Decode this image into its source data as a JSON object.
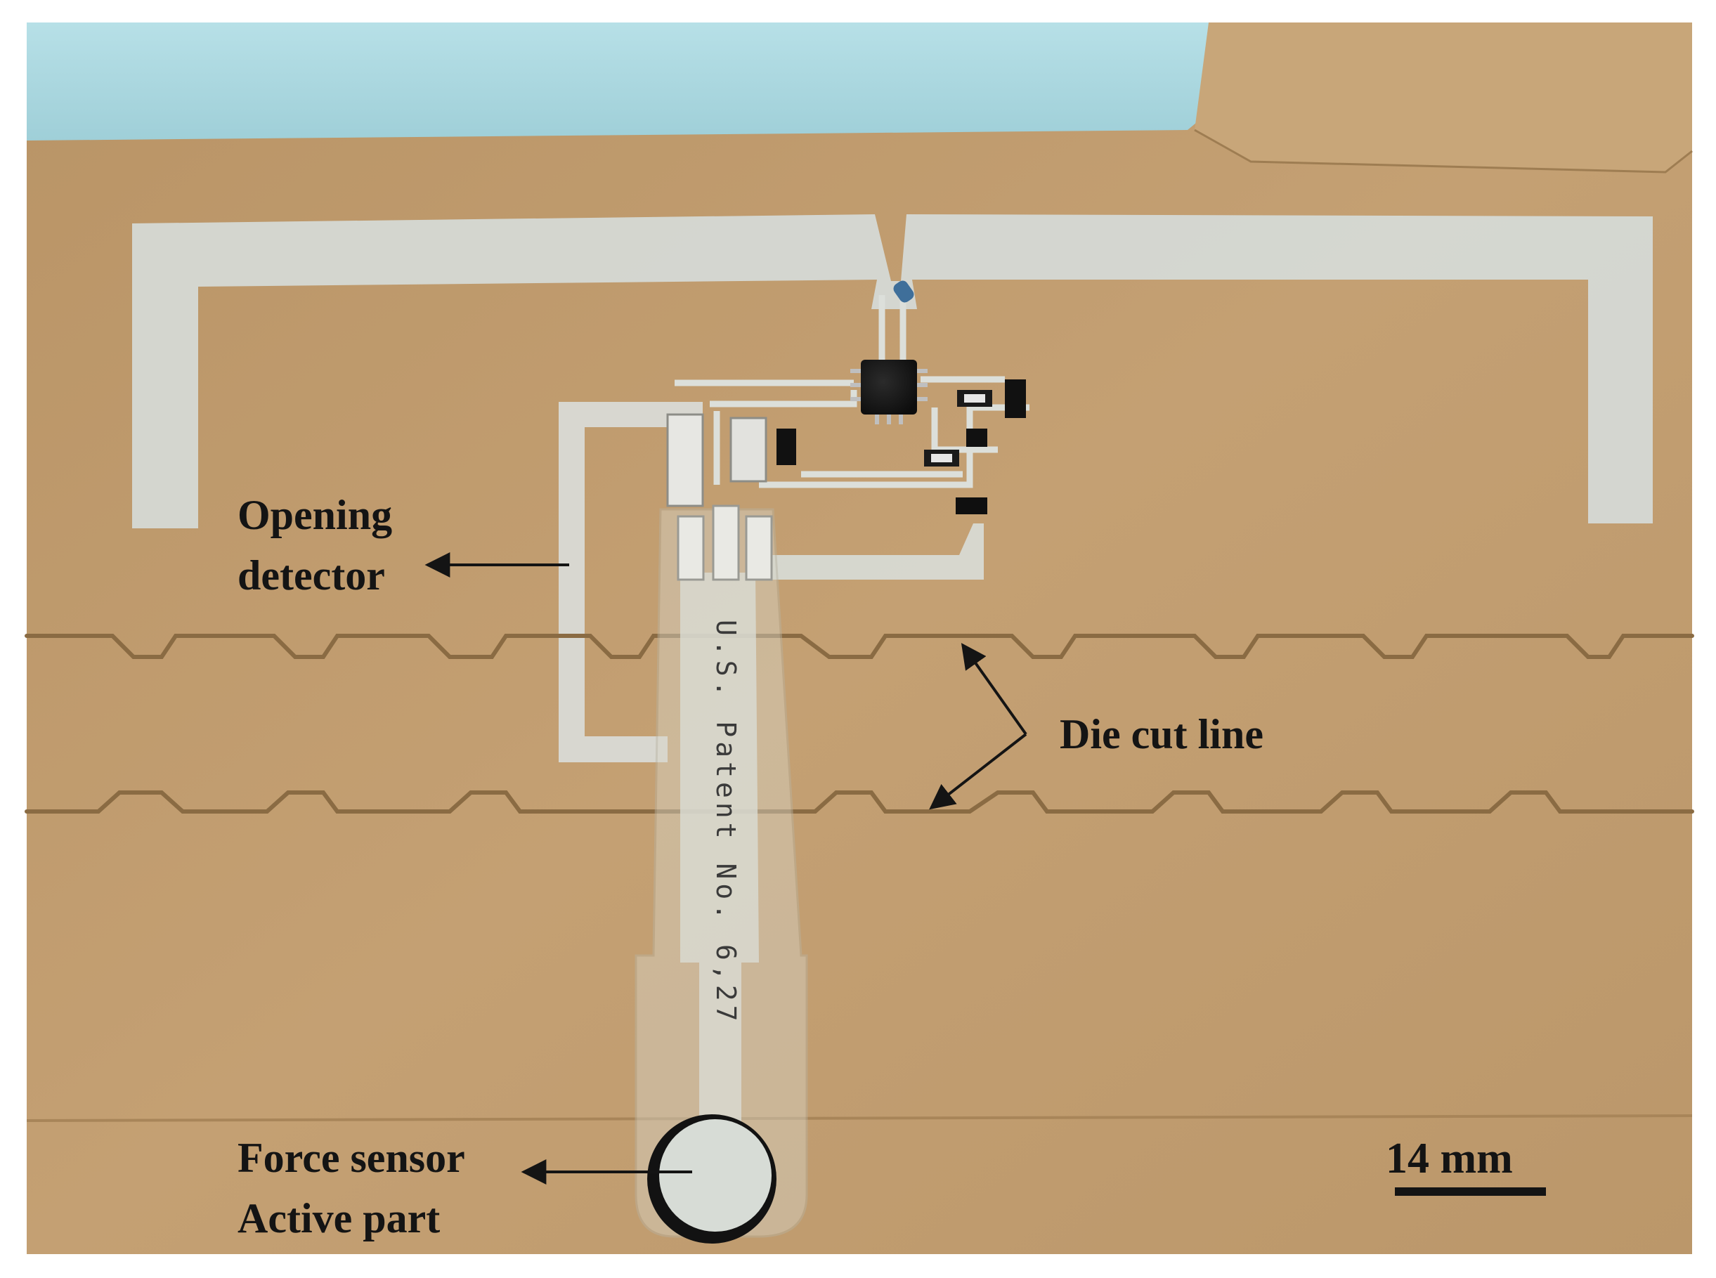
{
  "labels": {
    "opening_detector": [
      "Opening",
      "detector"
    ],
    "die_cut_line": "Die cut line",
    "force_sensor": [
      "Force sensor",
      "Active part"
    ]
  },
  "scale_bar": {
    "text": "14 mm"
  },
  "sensor_tail_text": "U.S. Patent No. 6,27",
  "colors": {
    "cardboard": "#c19c6e",
    "cardboard_dark": "#a98659",
    "wall": "#a9d6df",
    "silver_trace": "#d7dad6",
    "annotation": "#141414"
  },
  "icons": {
    "chip": "microcontroller-chip-icon",
    "force_sensor": "circular-force-sensor-icon"
  }
}
